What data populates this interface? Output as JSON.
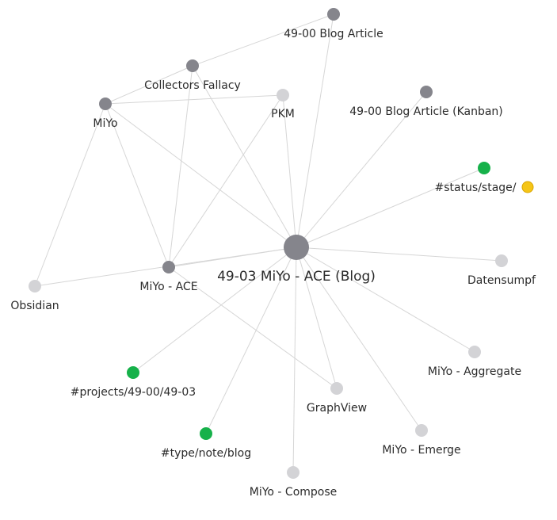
{
  "colors": {
    "note": "#85858c",
    "unresolved": "#d3d3d6",
    "tag": "#16b14a",
    "emoji": "#f5c517",
    "edge": "#d6d6d6",
    "text": "#2b2b2b"
  },
  "nodes": [
    {
      "id": "main",
      "label": "49-03 MiYo - ACE (Blog)",
      "kind": "note",
      "weight": "large"
    },
    {
      "id": "blog-article",
      "label": "49-00 Blog Article",
      "kind": "note"
    },
    {
      "id": "collectors-fallacy",
      "label": "Collectors Fallacy",
      "kind": "note"
    },
    {
      "id": "miyo",
      "label": "MiYo",
      "kind": "note"
    },
    {
      "id": "pkm",
      "label": "PKM",
      "kind": "unresolved"
    },
    {
      "id": "blog-kanban",
      "label": "49-00 Blog Article (Kanban)",
      "kind": "note"
    },
    {
      "id": "status-stage",
      "label": "#status/stage/",
      "kind": "tag",
      "emoji": "yellow-circle-emoji"
    },
    {
      "id": "datensumpf",
      "label": "Datensumpf",
      "kind": "unresolved"
    },
    {
      "id": "miyo-ace",
      "label": "MiYo - ACE",
      "kind": "note"
    },
    {
      "id": "obsidian",
      "label": "Obsidian",
      "kind": "unresolved"
    },
    {
      "id": "aggregate",
      "label": "MiYo - Aggregate",
      "kind": "unresolved"
    },
    {
      "id": "projects-tag",
      "label": "#projects/49-00/49-03",
      "kind": "tag"
    },
    {
      "id": "graphview",
      "label": "GraphView",
      "kind": "unresolved"
    },
    {
      "id": "emerge",
      "label": "MiYo - Emerge",
      "kind": "unresolved"
    },
    {
      "id": "type-tag",
      "label": "#type/note/blog",
      "kind": "tag"
    },
    {
      "id": "compose",
      "label": "MiYo - Compose",
      "kind": "unresolved"
    }
  ],
  "edges": [
    [
      "main",
      "blog-article"
    ],
    [
      "main",
      "collectors-fallacy"
    ],
    [
      "main",
      "miyo"
    ],
    [
      "main",
      "pkm"
    ],
    [
      "main",
      "blog-kanban"
    ],
    [
      "main",
      "status-stage"
    ],
    [
      "main",
      "datensumpf"
    ],
    [
      "main",
      "miyo-ace"
    ],
    [
      "main",
      "obsidian"
    ],
    [
      "main",
      "aggregate"
    ],
    [
      "main",
      "projects-tag"
    ],
    [
      "main",
      "emerge"
    ],
    [
      "main",
      "type-tag"
    ],
    [
      "main",
      "compose"
    ],
    [
      "main",
      "graphview"
    ],
    [
      "blog-article",
      "collectors-fallacy"
    ],
    [
      "collectors-fallacy",
      "miyo"
    ],
    [
      "collectors-fallacy",
      "miyo-ace"
    ],
    [
      "miyo",
      "pkm"
    ],
    [
      "miyo",
      "miyo-ace"
    ],
    [
      "miyo",
      "obsidian"
    ],
    [
      "pkm",
      "miyo-ace"
    ],
    [
      "miyo-ace",
      "graphview"
    ]
  ]
}
